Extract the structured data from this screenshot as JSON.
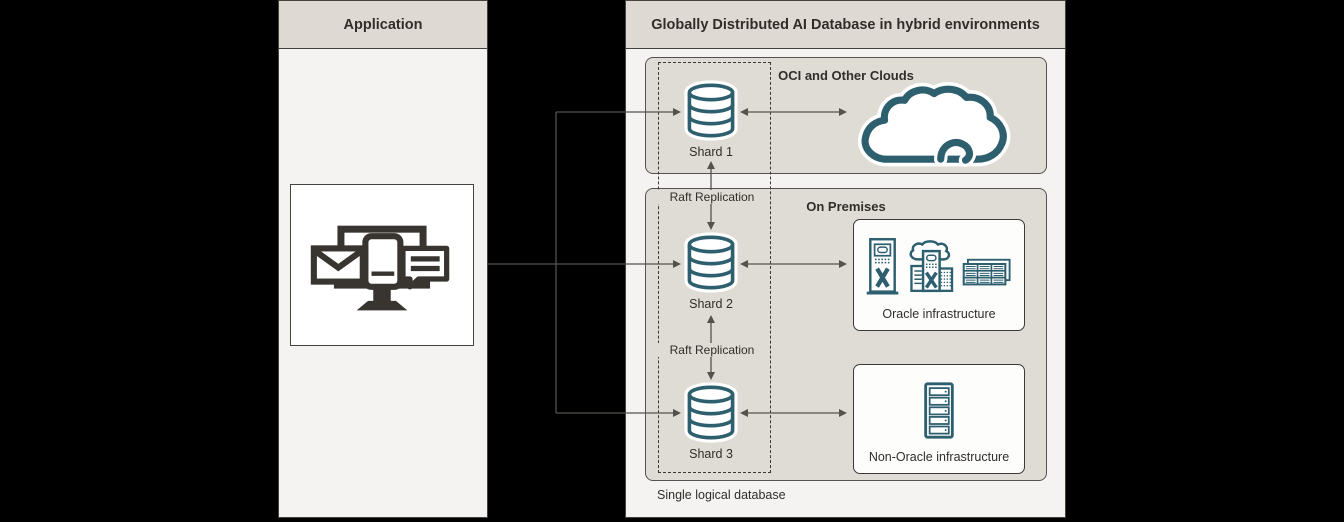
{
  "application_panel": {
    "header": "Application"
  },
  "database_panel": {
    "header": "Globally Distributed AI Database in hybrid environments",
    "oci_clouds_box": {
      "title": "OCI and Other Clouds",
      "shard1_label": "Shard 1"
    },
    "on_premises_box": {
      "title": "On Premises",
      "raft_replication_1": "Raft Replication",
      "raft_replication_2": "Raft Replication",
      "shard2_label": "Shard 2",
      "shard3_label": "Shard 3",
      "oracle_infrastructure_label": "Oracle infrastructure",
      "non_oracle_infrastructure_label": "Non-Oracle infrastructure"
    },
    "footer_label": "Single logical database"
  },
  "icons": {
    "application": "monitor-with-mail-phone-chat-icon",
    "shard": "database-cylinder-icon",
    "oci_cloud": "cloud-icon",
    "oracle_infrastructure": [
      "exadata-cabinet-icon",
      "cloud-at-customer-icon",
      "server-rack-icon"
    ],
    "non_oracle_infrastructure": "server-tower-icon"
  },
  "colors": {
    "background": "#000000",
    "panel_bg": "#f5f3f1",
    "header_bg": "#dedad3",
    "inner_box_bg": "#dfdcd5",
    "white_box_bg": "#fdfdfc",
    "teal_icon": "#2e5f6e",
    "dark_icon": "#383430",
    "text": "#312d2a",
    "connector_line": "#4b4845"
  }
}
